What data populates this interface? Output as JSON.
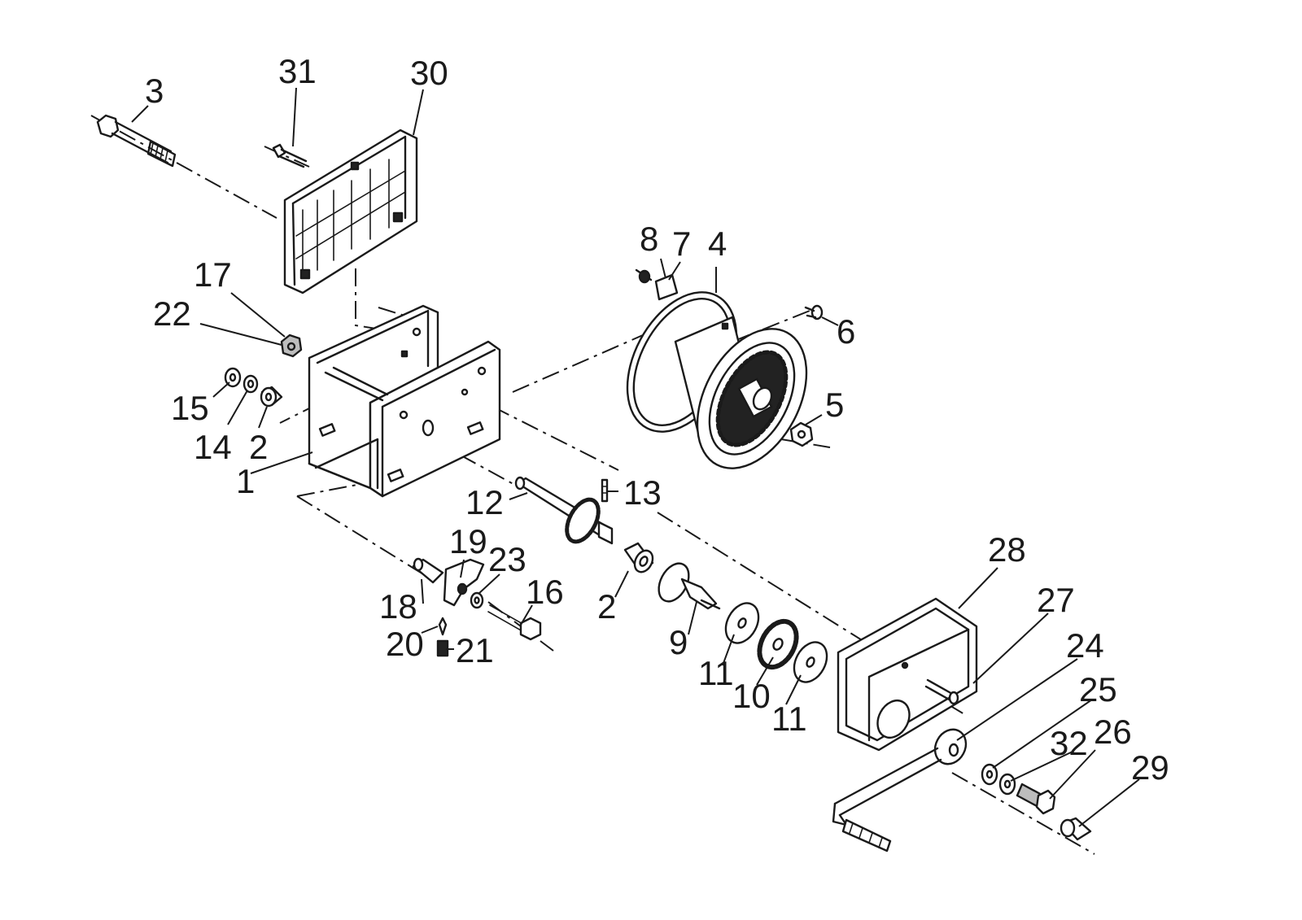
{
  "labels": {
    "l1": "1",
    "l2a": "2",
    "l2b": "2",
    "l3": "3",
    "l4": "4",
    "l5": "5",
    "l6": "6",
    "l7": "7",
    "l8": "8",
    "l9": "9",
    "l10": "10",
    "l11a": "11",
    "l11b": "11",
    "l12": "12",
    "l13": "13",
    "l14": "14",
    "l15": "15",
    "l16": "16",
    "l17": "17",
    "l18": "18",
    "l19": "19",
    "l20": "20",
    "l21": "21",
    "l22": "22",
    "l23": "23",
    "l24": "24",
    "l25": "25",
    "l26": "26",
    "l27": "27",
    "l28": "28",
    "l29": "29",
    "l30": "30",
    "l31": "31",
    "l32": "32"
  },
  "colors": {
    "ink": "#1a1a1a",
    "background": "#ffffff"
  }
}
